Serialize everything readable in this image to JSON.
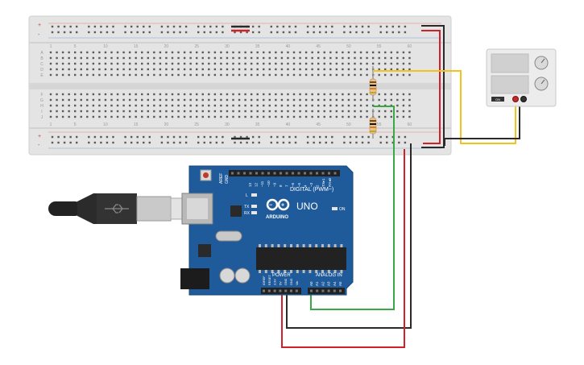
{
  "breadboard": {
    "column_numbers": [
      "1",
      "5",
      "10",
      "15",
      "20",
      "25",
      "30",
      "35",
      "40",
      "45",
      "50",
      "55",
      "60"
    ],
    "row_letters_top": [
      "A",
      "B",
      "C",
      "D",
      "E"
    ],
    "row_letters_bottom": [
      "F",
      "G",
      "H",
      "I",
      "J"
    ],
    "rail_plus": "+",
    "rail_minus": "-"
  },
  "arduino": {
    "model": "UNO",
    "brand": "ARDUINO",
    "digital_header": "DIGITAL (PWM~)",
    "power_header": "POWER",
    "analog_header": "ANALOG IN",
    "aref": "AREF",
    "gnd": "GND",
    "on_label": "ON",
    "led_l": "L",
    "led_tx": "TX",
    "led_rx": "RX",
    "power_pins": [
      "IOREF",
      "RESET",
      "3.3V",
      "5V",
      "GND",
      "GND",
      "Vin"
    ],
    "analog_pins": [
      "A0",
      "A1",
      "A2",
      "A3",
      "A4",
      "A5"
    ],
    "digital_pins": [
      "13",
      "12",
      "~11",
      "~10",
      "~9",
      "8",
      "7",
      "~6",
      "~5",
      "4",
      "~3",
      "2",
      "TX▸1",
      "RX◂0"
    ]
  },
  "power_supply": {
    "display_top": "",
    "display_bottom": "",
    "button_label": "ON"
  },
  "colors": {
    "wire_red": "#d0202a",
    "wire_black": "#2a2a2a",
    "wire_green": "#3aa845",
    "wire_yellow": "#f2c31a",
    "board_blue": "#1f5b9b",
    "breadboard": "#e6e6e6"
  }
}
